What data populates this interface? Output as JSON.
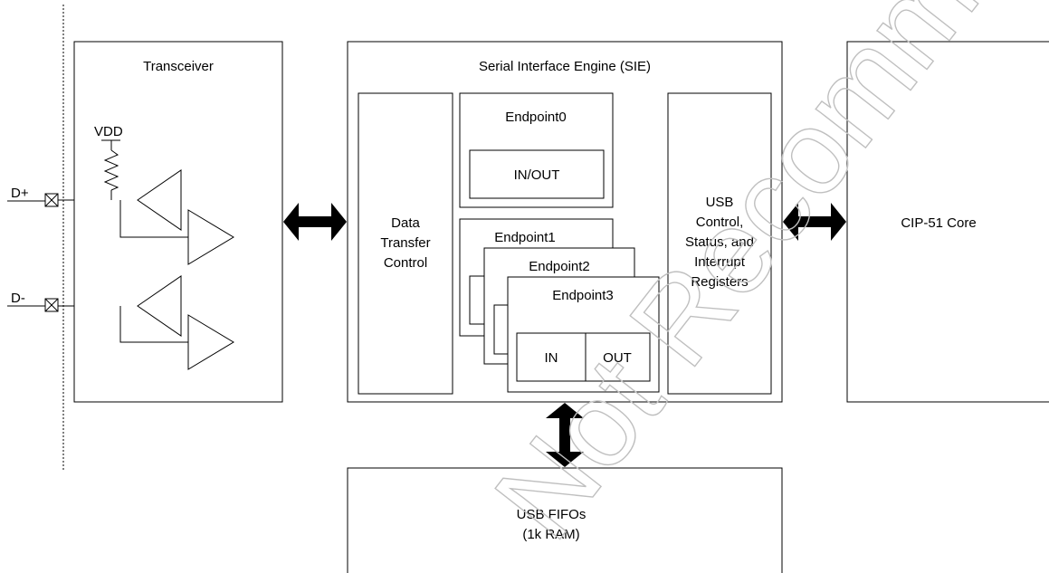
{
  "signals": {
    "dplus": "D+",
    "dminus": "D-",
    "vdd": "VDD"
  },
  "transceiver": {
    "title": "Transceiver"
  },
  "sie": {
    "title": "Serial Interface Engine (SIE)",
    "data_transfer_control": [
      "Data",
      "Transfer",
      "Control"
    ],
    "endpoint0": {
      "title": "Endpoint0",
      "port": "IN/OUT"
    },
    "endpoint1": {
      "title": "Endpoint1"
    },
    "endpoint2": {
      "title": "Endpoint2"
    },
    "endpoint3": {
      "title": "Endpoint3",
      "in": "IN",
      "out": "OUT"
    },
    "usb_control": [
      "USB",
      "Control,",
      "Status, and",
      "Interrupt",
      "Registers"
    ]
  },
  "core": {
    "title": "CIP-51 Core"
  },
  "fifos": {
    "lines": [
      "USB FIFOs",
      "(1k RAM)"
    ]
  },
  "watermark": "Not Recommended for New Designs",
  "colors": {
    "line": "#000000",
    "watermark": "#bfbfbf"
  }
}
